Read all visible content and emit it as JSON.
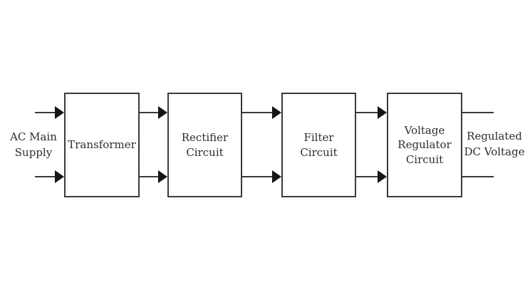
{
  "diagram": {
    "type": "block-diagram",
    "subject": "Regulated DC power supply block diagram",
    "colors": {
      "background": "#ffffff",
      "line": "#3a3a3a",
      "arrow": "#151515",
      "text": "#2d2d2d"
    },
    "input_label": "AC Main Supply",
    "output_label": "Regulated DC Voltage",
    "blocks": [
      {
        "label": "Transformer"
      },
      {
        "label": "Rectifier Circuit"
      },
      {
        "label": "Filter Circuit"
      },
      {
        "label": "Voltage Regulator Circuit"
      }
    ],
    "connections": [
      {
        "from": "AC Main Supply",
        "to": "Transformer",
        "lines": 2,
        "arrowhead": true
      },
      {
        "from": "Transformer",
        "to": "Rectifier Circuit",
        "lines": 2,
        "arrowhead": true
      },
      {
        "from": "Rectifier Circuit",
        "to": "Filter Circuit",
        "lines": 2,
        "arrowhead": true
      },
      {
        "from": "Filter Circuit",
        "to": "Voltage Regulator Circuit",
        "lines": 2,
        "arrowhead": true
      },
      {
        "from": "Voltage Regulator Circuit",
        "to": "Regulated DC Voltage",
        "lines": 2,
        "arrowhead": false
      }
    ]
  }
}
